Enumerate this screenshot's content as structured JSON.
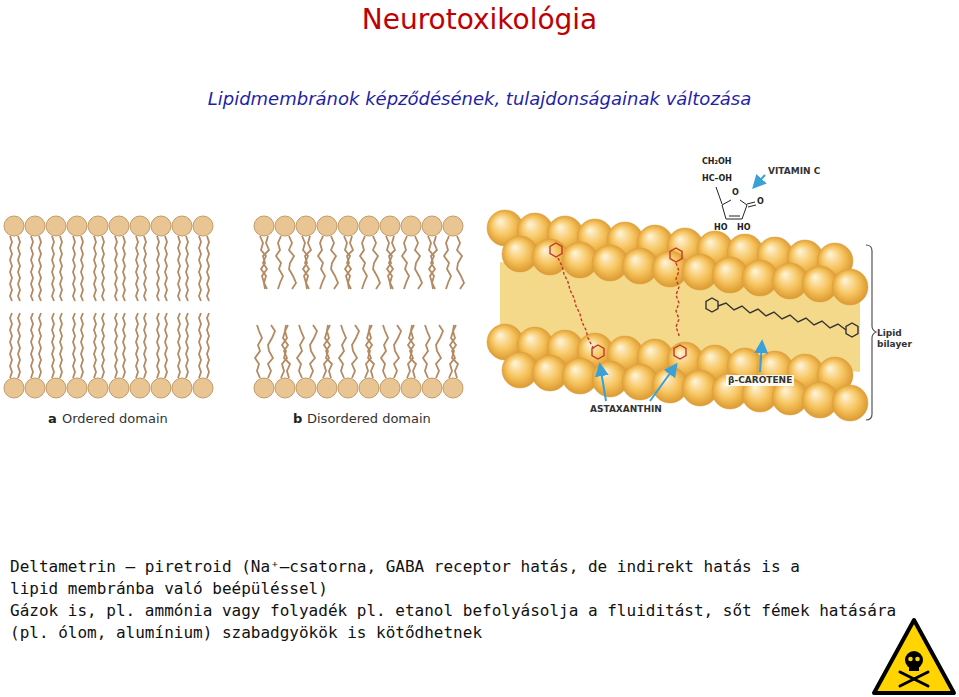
{
  "diagram": {
    "title": "Neurotoxikológia",
    "labels": [
      "Lipidmembránok képződésének, tulajdonságainak változása",
      "a",
      "Ordered domain",
      "b",
      "Disordered domain",
      "CH₂OH",
      "HC–OH",
      "O",
      "O",
      "HO",
      "HO",
      "VITAMIN C",
      "Lipid bilayer",
      "ASTAXANTHIN",
      "β-CAROTENE",
      "Deltametrin – piretroid (Na⁺–csatorna, GABA receptor hatás, de indirekt hatás is a lipid membránba való beépüléssel)",
      "Gázok is, pl. ammónia vagy folyadék pl. etanol befolyásolja a fluiditást, sőt fémek hatására (pl. ólom, alumínium) szabadgyökök is kötődhetnek"
    ]
  }
}
